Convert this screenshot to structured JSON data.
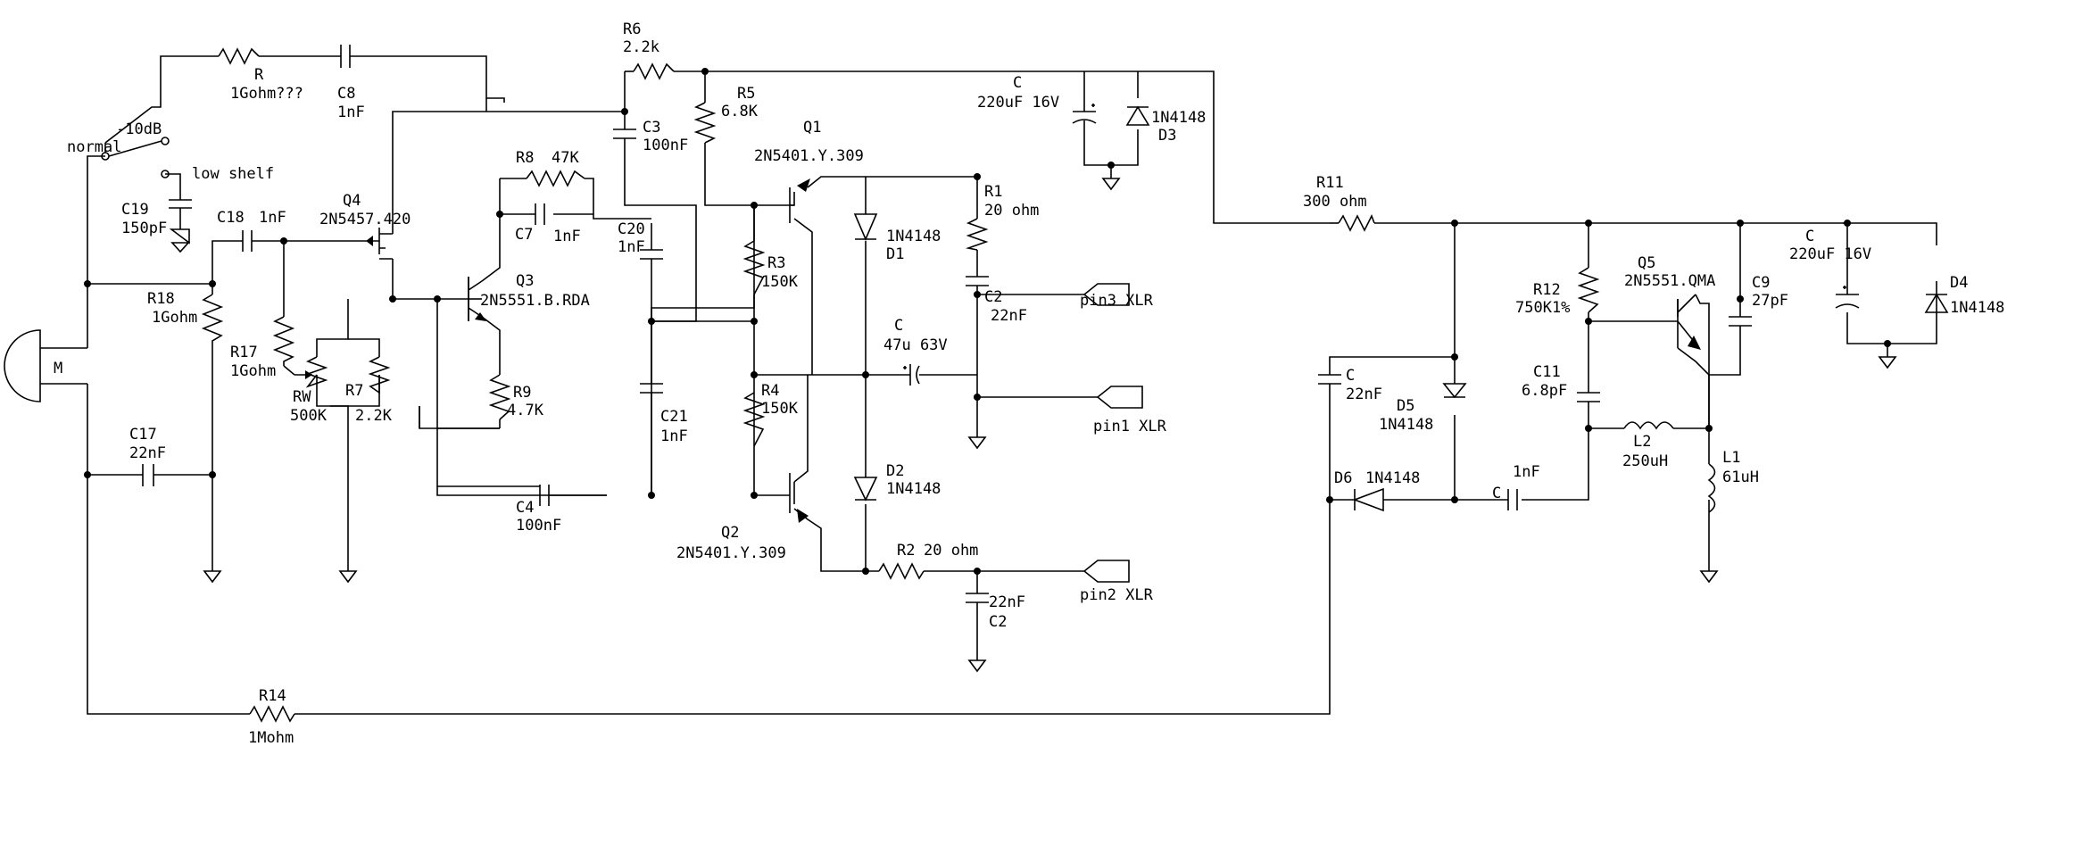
{
  "labels": {
    "r": "R",
    "r_val": "1Gohm???",
    "c8": "C8",
    "c8_val": "1nF",
    "neg10db": "-10dB",
    "normal": "normal",
    "low_shelf": "low shelf",
    "c19": "C19",
    "c19_val": "150pF",
    "c18": "C18",
    "c18_val": "1nF",
    "q4": "Q4",
    "q4_part": "2N5457.420",
    "r18": "R18",
    "r18_val": "1Gohm",
    "r17": "R17",
    "r17_val": "1Gohm",
    "rw": "RW",
    "rw_val": "500K",
    "r7": "R7",
    "r7_val": "2.2K",
    "mic": "M",
    "c17": "C17",
    "c17_val": "22nF",
    "r14": "R14",
    "r14_val": "1Mohm",
    "r6": "R6",
    "r6_val": "2.2k",
    "r5": "R5",
    "r5_val": "6.8K",
    "c3": "C3",
    "c3_val": "100nF",
    "r8": "R8",
    "r8_val": "47K",
    "c7": "C7",
    "c7_val": "1nF",
    "q3": "Q3",
    "q3_part": "2N5551.B.RDA",
    "r9": "R9",
    "r9_val": "4.7K",
    "c20": "C20",
    "c20_val": "1nF",
    "c21": "C21",
    "c21_val": "1nF",
    "c4": "C4",
    "c4_val": "100nF",
    "q1": "Q1",
    "q1_part": "2N5401.Y.309",
    "q2": "Q2",
    "q2_part": "2N5401.Y.309",
    "r3": "R3",
    "r3_val": "150K",
    "r4": "R4",
    "r4_val": "150K",
    "d1": "D1",
    "d1_part": "1N4148",
    "d2": "D2",
    "d2_part": "1N4148",
    "r1": "R1",
    "r1_val": "20 ohm",
    "r2": "R2",
    "r2_val": "20 ohm",
    "c2a": "C2",
    "c2a_val": "22nF",
    "c2b": "C2",
    "c2b_val": "22nF",
    "c47": "C",
    "c47_val": "47u 63V",
    "pin3": "pin3 XLR",
    "pin1": "pin1 XLR",
    "pin2": "pin2 XLR",
    "c220a": "C",
    "c220a_val": "220uF 16V",
    "d3": "D3",
    "d3_part": "1N4148",
    "r11": "R11",
    "r11_val": "300 ohm",
    "c220b": "C",
    "c220b_val": "220uF 16V",
    "d4": "D4",
    "d4_part": "1N4148",
    "q5": "Q5",
    "q5_part": "2N5551.QMA",
    "c9": "C9",
    "c9_val": "27pF",
    "r12": "R12",
    "r12_val": "750K1%",
    "c11": "C11",
    "c11_val": "6.8pF",
    "l2": "L2",
    "l2_val": "250uH",
    "l1": "L1",
    "l1_val": "61uH",
    "c22": "C",
    "c22_val": "22nF",
    "d5": "D5",
    "d5_part": "1N4148",
    "d6": "D6",
    "d6_part": "1N4148",
    "c1n": "C",
    "c1n_val": "1nF"
  }
}
